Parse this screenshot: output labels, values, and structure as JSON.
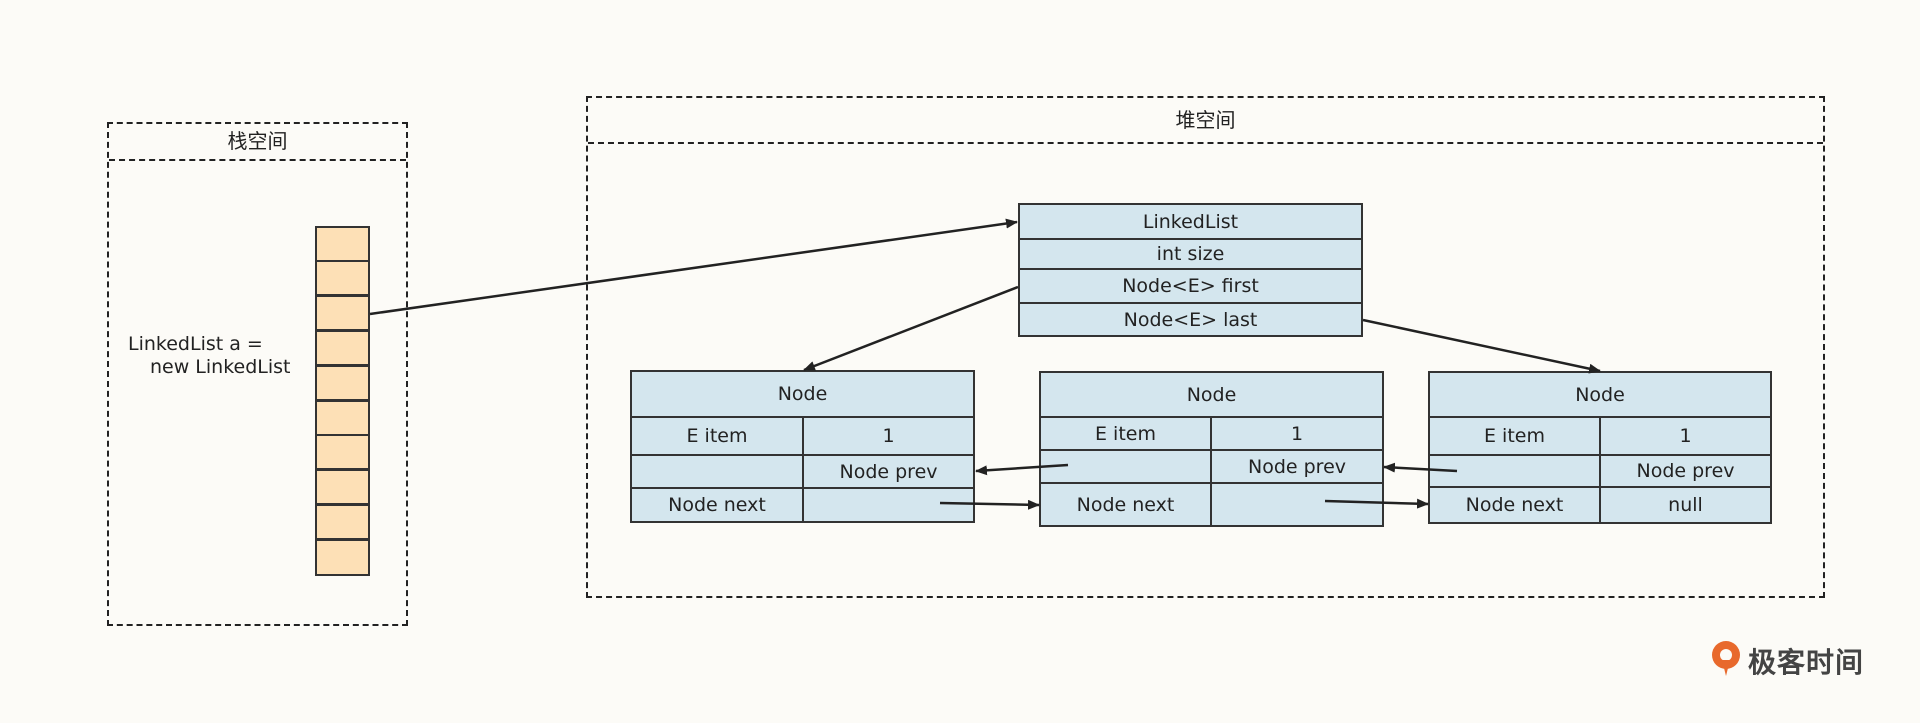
{
  "stack": {
    "title": "栈空间",
    "var_line1": "LinkedList a =",
    "var_line2": "new LinkedList",
    "cells": 10
  },
  "heap": {
    "title": "堆空间",
    "linkedlist": {
      "header": "LinkedList",
      "rows": [
        "int size",
        "Node<E> first",
        "Node<E> last"
      ]
    },
    "nodes": [
      {
        "header": "Node",
        "item_label": "E item",
        "item_value": "1",
        "prev_label": "Node prev",
        "prev_value": "",
        "next_label": "Node next",
        "next_value": ""
      },
      {
        "header": "Node",
        "item_label": "E item",
        "item_value": "1",
        "prev_label": "Node prev",
        "prev_value": "",
        "next_label": "Node next",
        "next_value": ""
      },
      {
        "header": "Node",
        "item_label": "E item",
        "item_value": "1",
        "prev_label": "Node prev",
        "prev_value": "",
        "next_label": "Node next",
        "next_value": "null"
      }
    ]
  },
  "brand": {
    "name": "极客时间"
  },
  "colors": {
    "background": "#fcfbf7",
    "stack_cell": "#fde0b6",
    "heap_cell": "#d4e6ee",
    "line": "#222222",
    "logo": "#e8692c"
  }
}
